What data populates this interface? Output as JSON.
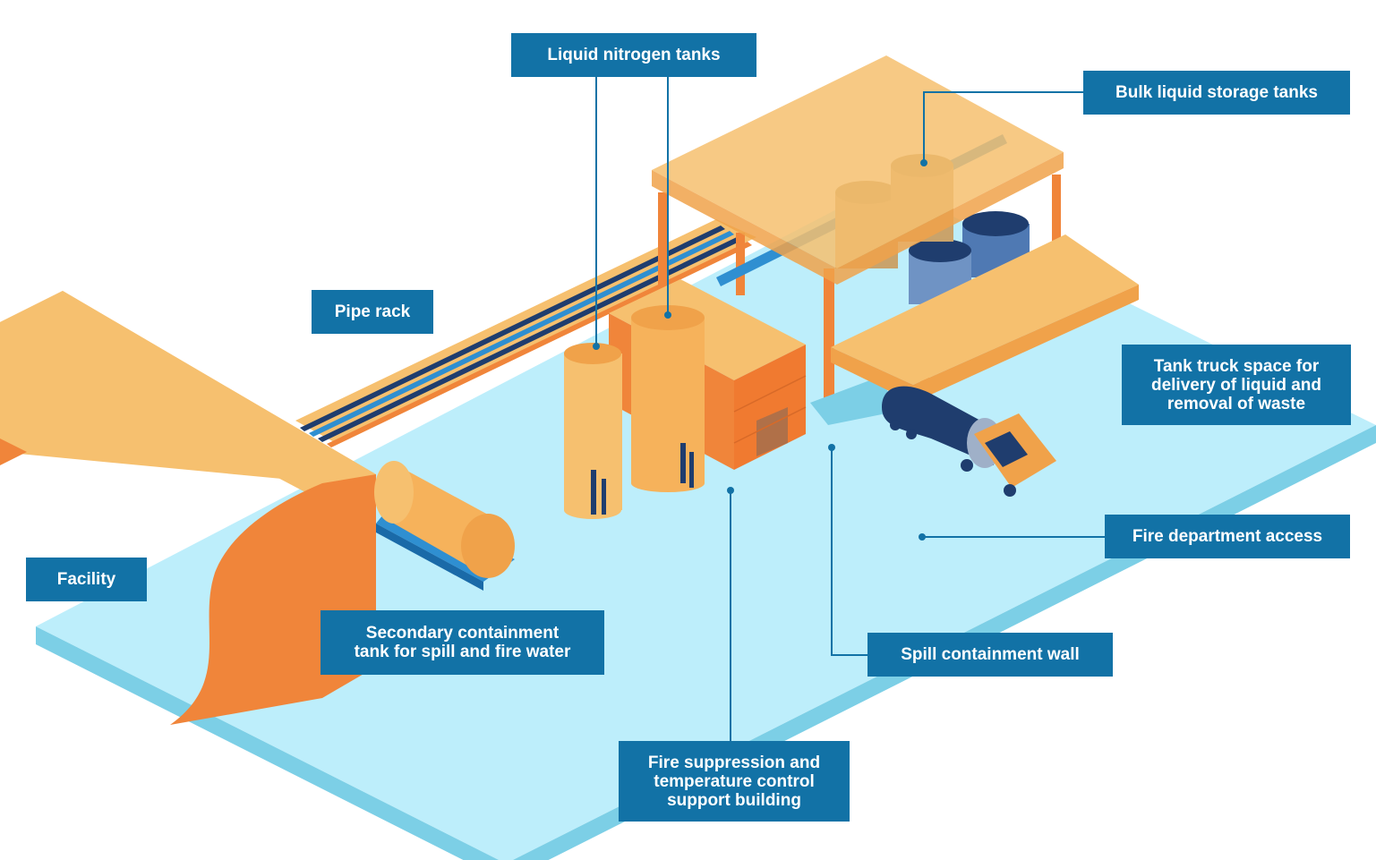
{
  "diagram": {
    "labels": {
      "liquid_nitrogen_tanks": "Liquid nitrogen tanks",
      "bulk_liquid_storage_tanks": "Bulk liquid storage tanks",
      "pipe_rack": "Pipe rack",
      "tank_truck_space": "Tank truck space for\ndelivery of liquid and\nremoval of waste",
      "fire_department_access": "Fire department access",
      "facility": "Facility",
      "secondary_containment_tank": "Secondary containment\ntank for spill and fire water",
      "spill_containment_wall": "Spill containment wall",
      "fire_suppression_building": "Fire suppression and\ntemperature control\nsupport building"
    },
    "colors": {
      "label_background": "#1272a6",
      "label_text": "#ffffff",
      "leader_line": "#1272a6",
      "ground": "#bdeefb",
      "ground_edge": "#7ccfe6",
      "orange_light": "#f6c06f",
      "orange_dark": "#f0853a",
      "navy": "#1f3d6e"
    }
  }
}
